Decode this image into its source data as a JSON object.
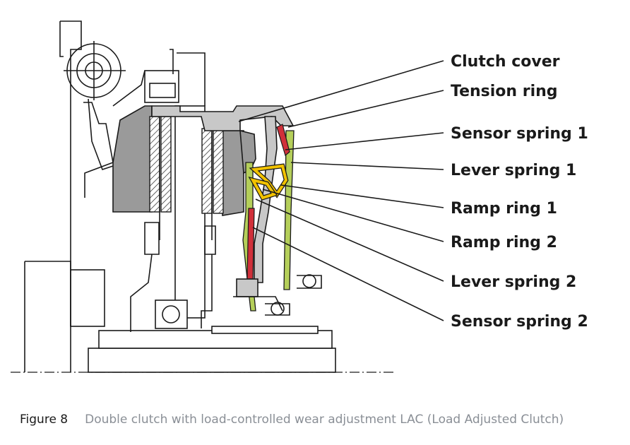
{
  "callouts": [
    {
      "label": "Clutch cover"
    },
    {
      "label": "Tension ring"
    },
    {
      "label": "Sensor spring 1"
    },
    {
      "label": "Lever spring 1"
    },
    {
      "label": "Ramp ring 1"
    },
    {
      "label": "Ramp ring 2"
    },
    {
      "label": "Lever spring 2"
    },
    {
      "label": "Sensor spring 2"
    }
  ],
  "caption": {
    "figure_number": "Figure 8",
    "text": "Double clutch with load-controlled wear adjustment LAC (Load Adjusted Clutch)"
  },
  "colors": {
    "housing": "#9a9a9a",
    "lever_spring": "#b5cf5a",
    "sensor_spring": "#d0303a",
    "ramp_ring": "#f2c200",
    "caption_text": "#8a8f96"
  }
}
